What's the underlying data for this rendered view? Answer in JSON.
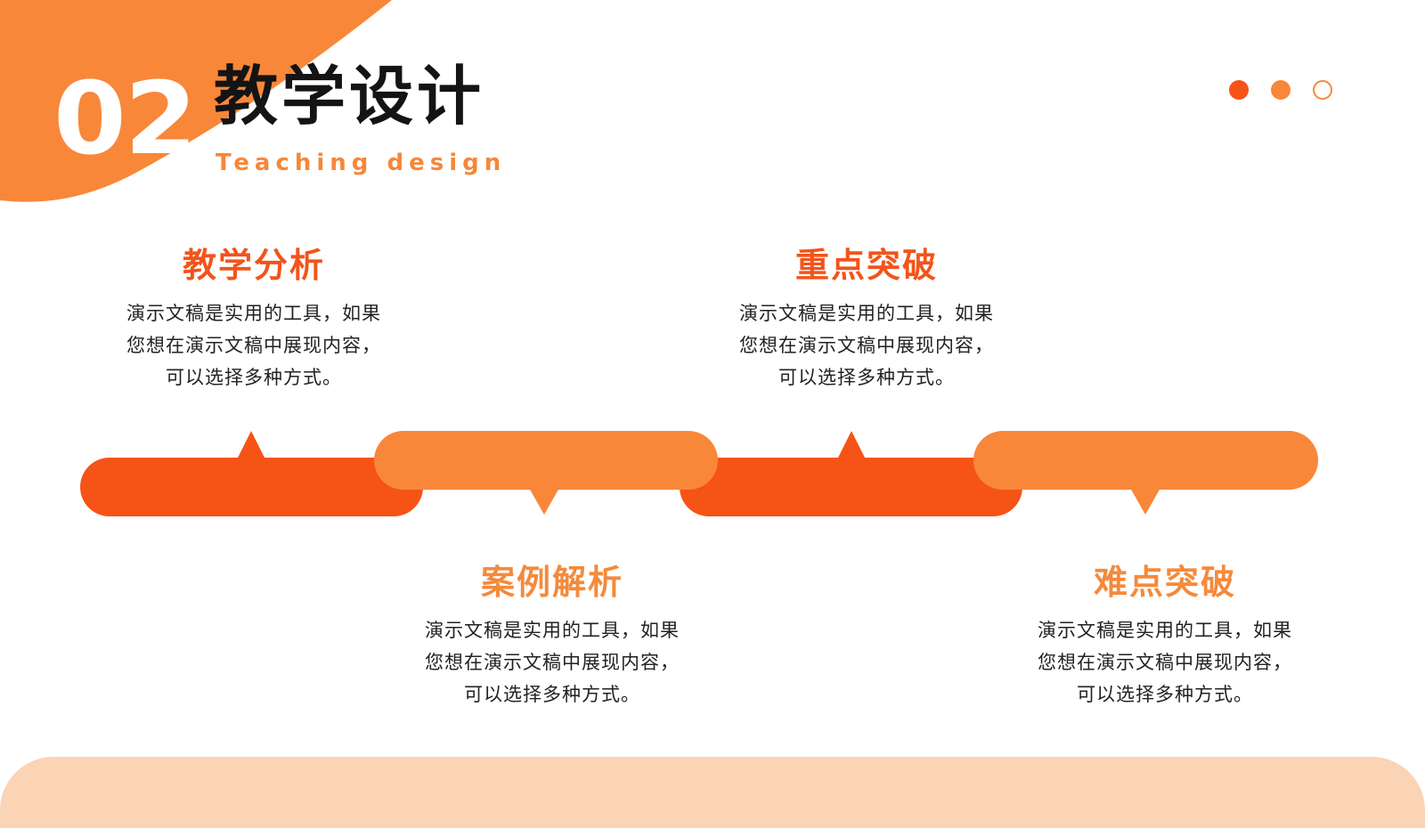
{
  "header": {
    "number": "02",
    "title": "教学设计",
    "subtitle": "Teaching design"
  },
  "pager": {
    "dots": 3,
    "colors": [
      "#f65316",
      "#f8873a",
      "#ffffff"
    ]
  },
  "colors": {
    "accent_red": "#f65316",
    "accent_orange": "#f8873a",
    "band_light": "#fbd3b5"
  },
  "items": [
    {
      "title": "教学分析",
      "text": "演示文稿是实用的工具，如果您想在演示文稿中展现内容，可以选择多种方式。"
    },
    {
      "title": "案例解析",
      "text": "演示文稿是实用的工具，如果您想在演示文稿中展现内容，可以选择多种方式。"
    },
    {
      "title": "重点突破",
      "text": "演示文稿是实用的工具，如果您想在演示文稿中展现内容，可以选择多种方式。"
    },
    {
      "title": "难点突破",
      "text": "演示文稿是实用的工具，如果您想在演示文稿中展现内容，可以选择多种方式。"
    }
  ]
}
